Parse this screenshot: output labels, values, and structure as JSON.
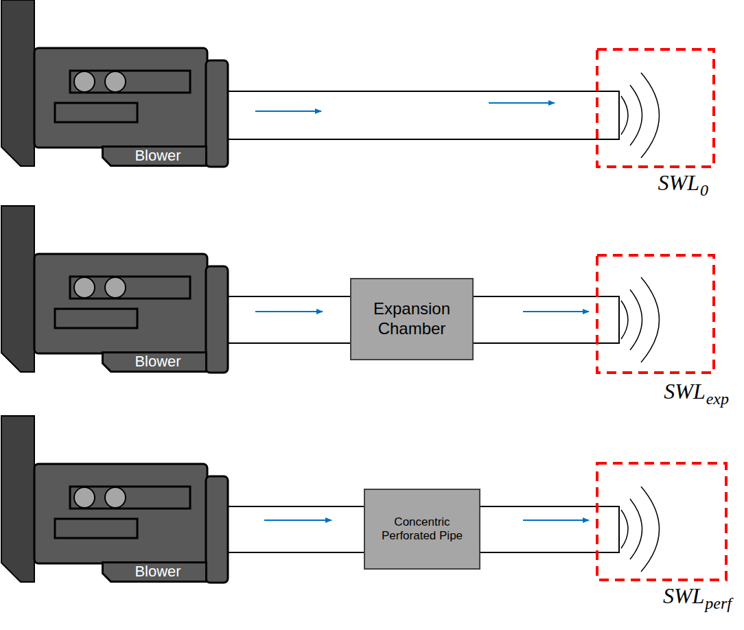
{
  "diagram": {
    "nodes": [
      {
        "text": [
          "Blower"
        ]
      },
      {
        "text": [
          "Blower"
        ]
      },
      {
        "text": [
          "Expansion Chamber"
        ]
      },
      {
        "text": [
          "Blower"
        ]
      },
      {
        "text": [
          "Concentric Perforated Pipe"
        ]
      }
    ],
    "labels": [
      "SWL",
      "0",
      "SWL",
      "exp",
      "SWL",
      "perf"
    ]
  }
}
